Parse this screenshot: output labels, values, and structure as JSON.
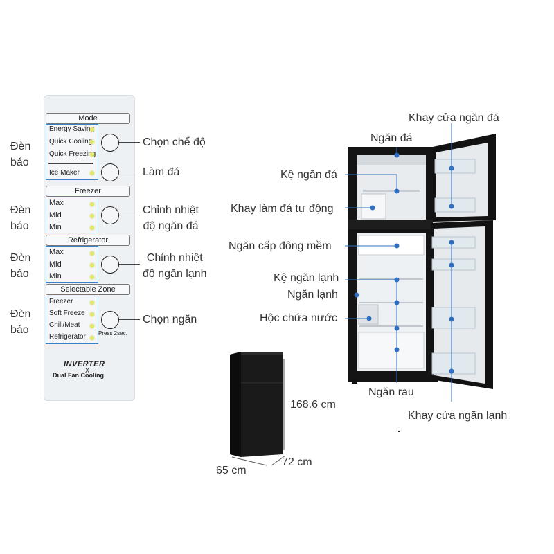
{
  "panel": {
    "sections": [
      {
        "title": "Mode",
        "items": [
          "Energy Saving",
          "Quick Cooling",
          "Quick Freezing",
          "Ice Maker"
        ]
      },
      {
        "title": "Freezer",
        "items": [
          "Max",
          "Mid",
          "Min"
        ]
      },
      {
        "title": "Refrigerator",
        "items": [
          "Max",
          "Mid",
          "Min"
        ]
      },
      {
        "title": "Selectable Zone",
        "items": [
          "Freezer",
          "Soft Freeze",
          "Chill/Meat",
          "Refrigerator"
        ]
      }
    ],
    "press_hint": "Press 2sec.",
    "brand": "INVERTER",
    "brand_x": "X",
    "subbrand": "Dual Fan Cooling"
  },
  "left_labels": [
    "Đèn\nbáo",
    "Đèn\nbáo",
    "Đèn\nbáo",
    "Đèn\nbáo"
  ],
  "right_labels": {
    "mode_select": "Chọn chế độ",
    "ice_make": "Làm đá",
    "freezer_temp": "Chỉnh nhiệt\nđộ ngăn đá",
    "fridge_temp": "Chỉnh nhiệt\nđộ ngăn lạnh",
    "zone_select": "Chọn ngăn"
  },
  "fridge_labels": {
    "freezer_door_tray": "Khay cửa ngăn đá",
    "freezer_compartment": "Ngăn đá",
    "freezer_shelf": "Kệ ngăn đá",
    "auto_ice_tray": "Khay làm đá tự động",
    "soft_freeze": "Ngăn cấp đông mềm",
    "fridge_shelf": "Kệ ngăn lạnh",
    "fridge_compartment": "Ngăn lạnh",
    "water_box": "Hộc chứa nước",
    "vegetable": "Ngăn rau",
    "fridge_door_tray": "Khay cửa ngăn lạnh"
  },
  "dimensions": {
    "height": "168.6 cm",
    "depth": "72 cm",
    "width": "65 cm"
  },
  "colors": {
    "accent": "#2f6fc1",
    "led": "#dfe86a",
    "fridge_body": "#141414"
  }
}
